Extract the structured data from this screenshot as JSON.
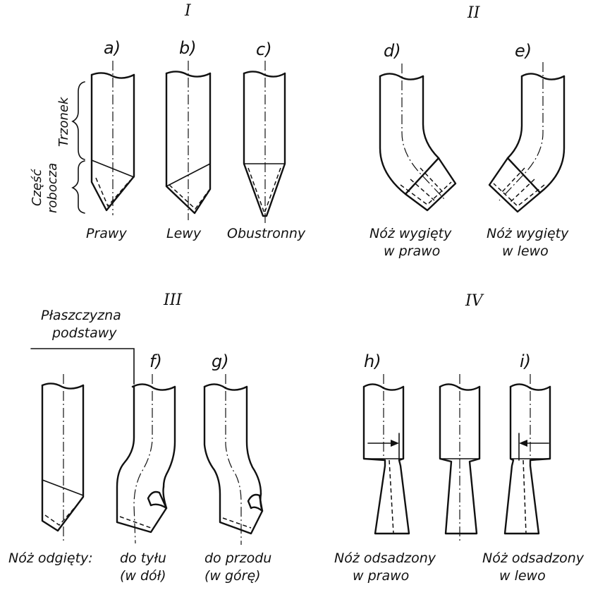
{
  "sections": {
    "I": "I",
    "II": "II",
    "III": "III",
    "IV": "IV"
  },
  "letters": {
    "a": "a)",
    "b": "b)",
    "c": "c)",
    "d": "d)",
    "e": "e)",
    "f": "f)",
    "g": "g)",
    "h": "h)",
    "i": "i)"
  },
  "side_labels": {
    "trzonek": "Trzonek",
    "czesc": "Część",
    "robocza": "robocza"
  },
  "captions": {
    "prawy": "Prawy",
    "lewy": "Lewy",
    "obustronny": "Obustronny",
    "wygiety_prawo_1": "Nóż wygięty",
    "wygiety_prawo_2": "w prawo",
    "wygiety_lewo_1": "Nóż wygięty",
    "wygiety_lewo_2": "w lewo",
    "plaszczyzna_1": "Płaszczyzna",
    "plaszczyzna_2": "podstawy",
    "odgiety": "Nóż odgięty:",
    "do_tylu_1": "do tyłu",
    "do_tylu_2": "(w dół)",
    "do_przodu_1": "do przodu",
    "do_przodu_2": "(w górę)",
    "odsadzony_prawo_1": "Nóż odsadzony",
    "odsadzony_prawo_2": "w prawo",
    "odsadzony_lewo_1": "Nóż odsadzony",
    "odsadzony_lewo_2": "w lewo"
  }
}
